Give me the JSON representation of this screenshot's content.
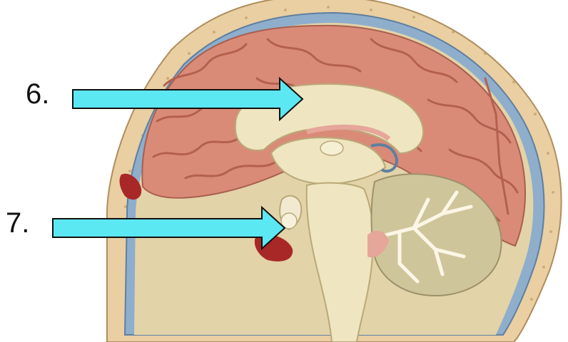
{
  "labels": [
    {
      "id": "6",
      "text": "6."
    },
    {
      "id": "7",
      "text": "7."
    }
  ],
  "colors": {
    "arrow": "#5be8f2",
    "arrow_outline": "#111111",
    "bone": "#e9cfa2",
    "cerebrum": "#d98b78",
    "gyrus_line": "#b5604f",
    "brainstem": "#efe5c0",
    "cerebellum_arbor": "#fbf6e6",
    "cerebellum_bg": "#cfc59a",
    "dura_blue": "#8eaecc",
    "sinus": "#a82828"
  }
}
